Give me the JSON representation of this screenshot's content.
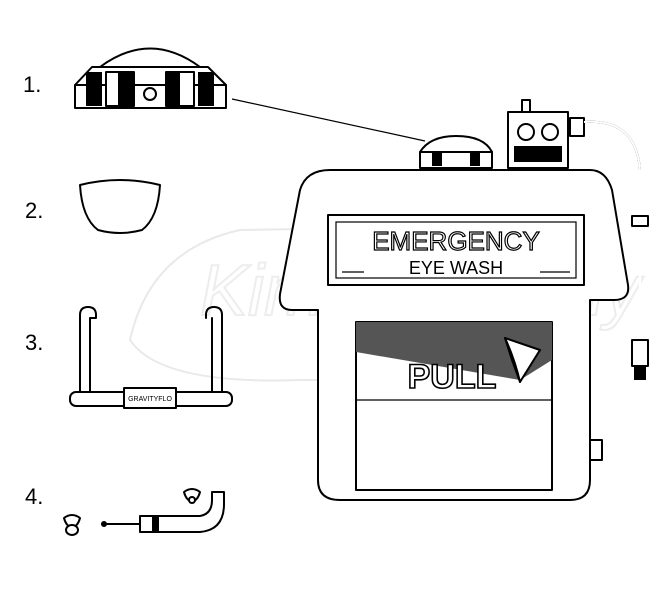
{
  "parts": [
    {
      "number": "1.",
      "icon": "dust-cover-icon"
    },
    {
      "number": "2.",
      "icon": "eyewash-cup-icon"
    },
    {
      "number": "3.",
      "icon": "handle-bracket-icon"
    },
    {
      "number": "4.",
      "icon": "hose-fitting-icon"
    }
  ],
  "unit": {
    "sign_line1": "EMERGENCY",
    "sign_line2": "EYE WASH",
    "pull_label": "PULL",
    "bracket_label": "GRAVITYFLO"
  },
  "watermark": "Kimko Supply"
}
